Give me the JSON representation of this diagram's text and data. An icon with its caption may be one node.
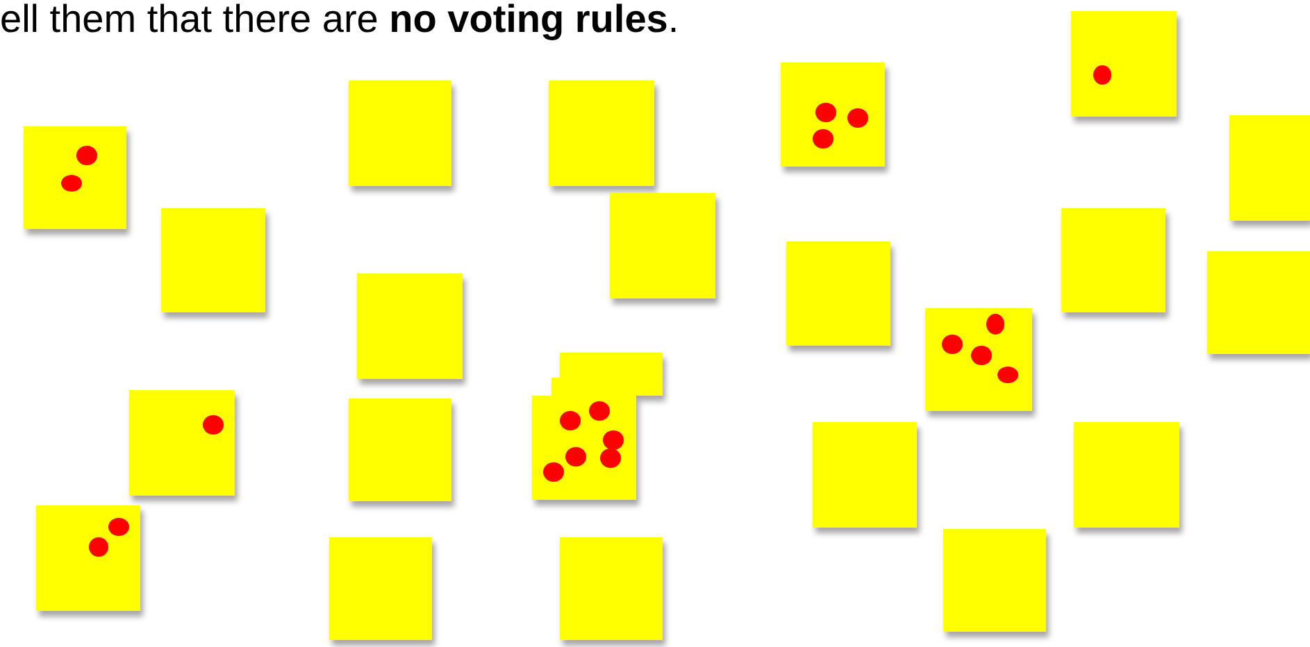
{
  "diagram": {
    "nodes": [
      {
        "text": [],
        "shape": "box"
      },
      {
        "text": [],
        "shape": "box"
      },
      {
        "text": [],
        "shape": "box"
      },
      {
        "text": [],
        "shape": "box"
      },
      {
        "text": [],
        "shape": "box"
      },
      {
        "text": [],
        "shape": "box"
      },
      {
        "text": [],
        "shape": "box"
      },
      {
        "text": [],
        "shape": "box"
      },
      {
        "text": [],
        "shape": "box"
      },
      {
        "text": [],
        "shape": "box"
      },
      {
        "text": [],
        "shape": "box"
      },
      {
        "text": [],
        "shape": "box"
      },
      {
        "text": [],
        "shape": "box"
      },
      {
        "text": [],
        "shape": "box"
      },
      {
        "text": [],
        "shape": "box"
      },
      {
        "text": [],
        "shape": "box"
      },
      {
        "text": [],
        "shape": "box"
      },
      {
        "text": [],
        "shape": "box"
      },
      {
        "text": [],
        "shape": "box"
      },
      {
        "text": [],
        "shape": "box"
      },
      {
        "text": [],
        "shape": "box"
      },
      {
        "text": [],
        "shape": "box"
      },
      {
        "text": [],
        "shape": "box"
      },
      {
        "text": [],
        "shape": "box"
      },
      {
        "text": [],
        "shape": "circle",
        "in": 0
      },
      {
        "text": [],
        "shape": "circle",
        "in": 1
      },
      {
        "text": [],
        "shape": "circle",
        "in": 1
      },
      {
        "text": [],
        "shape": "circle",
        "in": 1
      },
      {
        "text": [],
        "shape": "circle",
        "in": 5
      },
      {
        "text": [],
        "shape": "circle",
        "in": 5
      },
      {
        "text": [],
        "shape": "circle",
        "in": 12
      },
      {
        "text": [],
        "shape": "circle",
        "in": 12
      },
      {
        "text": [],
        "shape": "circle",
        "in": 12
      },
      {
        "text": [],
        "shape": "circle",
        "in": 12
      },
      {
        "text": [],
        "shape": "circle",
        "in": 15
      },
      {
        "text": [],
        "shape": "circle",
        "in": 15
      },
      {
        "text": [],
        "shape": "circle",
        "in": 15
      },
      {
        "text": [],
        "shape": "circle",
        "in": 15
      },
      {
        "text": [],
        "shape": "circle",
        "in": 15
      },
      {
        "text": [],
        "shape": "circle",
        "in": 15
      },
      {
        "text": [],
        "shape": "circle",
        "in": 16
      },
      {
        "text": [],
        "shape": "circle",
        "in": 20
      },
      {
        "text": [],
        "shape": "circle",
        "in": 20
      }
    ],
    "labels": [
      "ell them that there are **no voting rules**."
    ]
  }
}
